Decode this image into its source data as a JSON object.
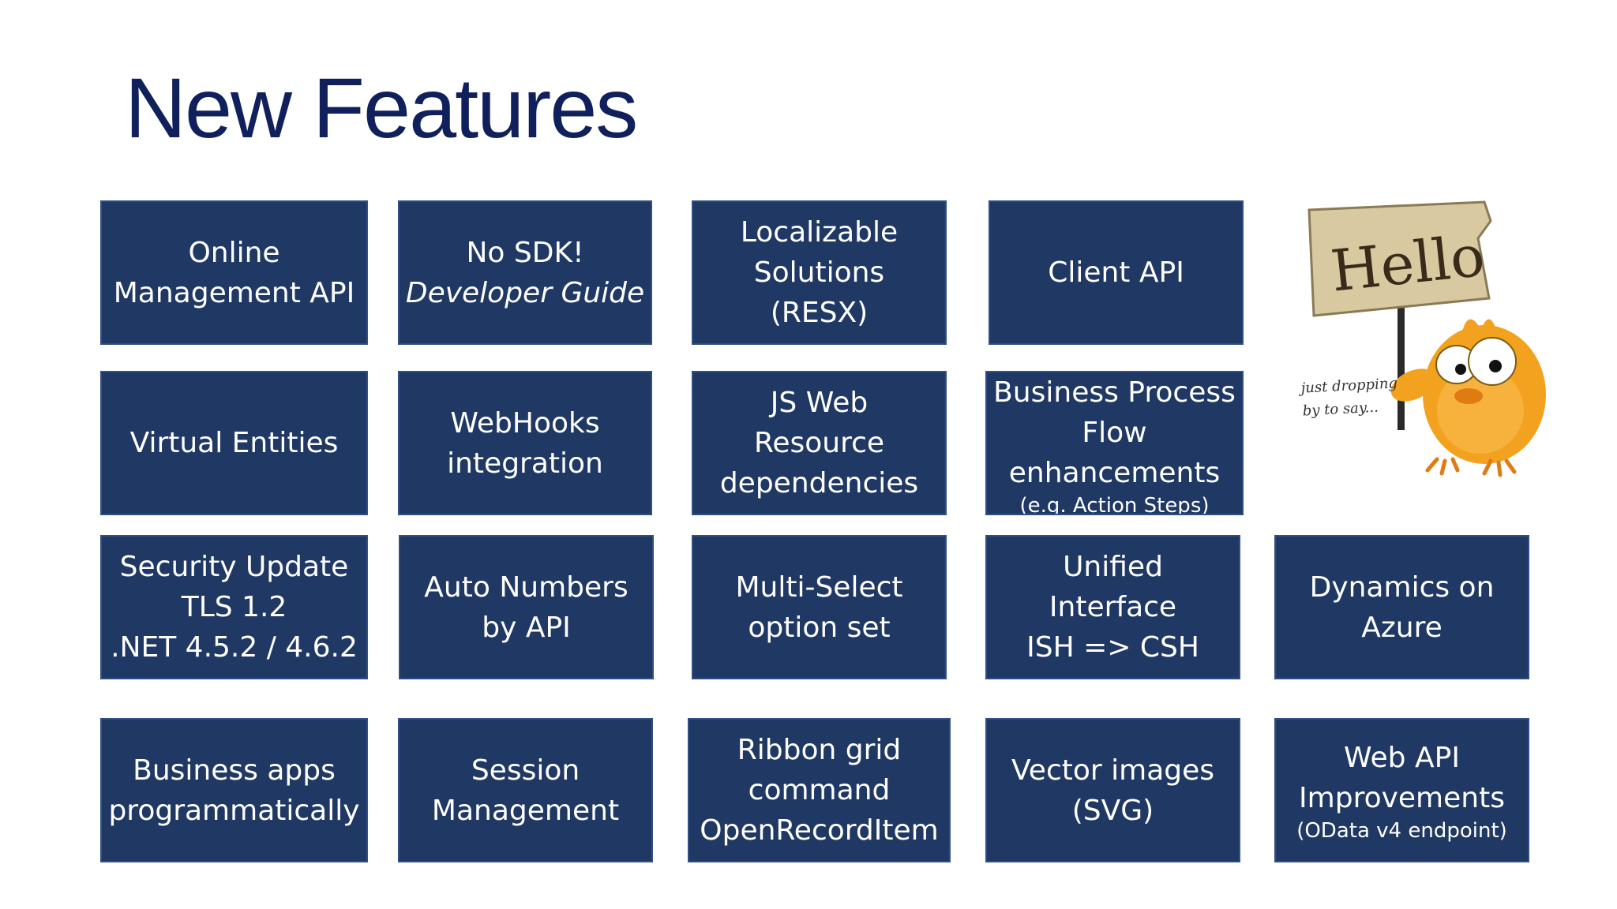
{
  "slide": {
    "title": "New Features"
  },
  "tiles": [
    {
      "lines": [
        {
          "text": "Online"
        },
        {
          "text": "Management API"
        }
      ]
    },
    {
      "lines": [
        {
          "text": "No SDK!"
        },
        {
          "text": "Developer Guide",
          "style": "italic"
        }
      ]
    },
    {
      "lines": [
        {
          "text": "Localizable"
        },
        {
          "text": "Solutions"
        },
        {
          "text": "(RESX)"
        }
      ]
    },
    {
      "lines": [
        {
          "text": "Client API"
        }
      ]
    },
    {
      "lines": [
        {
          "text": "Virtual Entities"
        }
      ]
    },
    {
      "lines": [
        {
          "text": "WebHooks"
        },
        {
          "text": "integration"
        }
      ]
    },
    {
      "lines": [
        {
          "text": "JS Web"
        },
        {
          "text": "Resource"
        },
        {
          "text": "dependencies"
        }
      ]
    },
    {
      "lines": [
        {
          "text": "Business Process"
        },
        {
          "text": "Flow"
        },
        {
          "text": "enhancements"
        },
        {
          "text": "(e.g. Action Steps)",
          "style": "small"
        }
      ]
    },
    {
      "lines": [
        {
          "text": "Security Update"
        },
        {
          "text": "TLS 1.2"
        },
        {
          "text": ".NET 4.5.2 / 4.6.2"
        }
      ]
    },
    {
      "lines": [
        {
          "text": "Auto Numbers"
        },
        {
          "text": "by API"
        }
      ]
    },
    {
      "lines": [
        {
          "text": "Multi-Select"
        },
        {
          "text": "option set"
        }
      ]
    },
    {
      "lines": [
        {
          "text": "Unified"
        },
        {
          "text": "Interface"
        },
        {
          "text": "ISH => CSH"
        }
      ]
    },
    {
      "lines": [
        {
          "text": "Dynamics on"
        },
        {
          "text": "Azure"
        }
      ]
    },
    {
      "lines": [
        {
          "text": "Business apps"
        },
        {
          "text": "programmatically"
        }
      ]
    },
    {
      "lines": [
        {
          "text": "Session"
        },
        {
          "text": "Management"
        }
      ]
    },
    {
      "lines": [
        {
          "text": "Ribbon grid"
        },
        {
          "text": "command"
        },
        {
          "text": "OpenRecordItem"
        }
      ]
    },
    {
      "lines": [
        {
          "text": "Vector images"
        },
        {
          "text": "(SVG)"
        }
      ]
    },
    {
      "lines": [
        {
          "text": "Web API"
        },
        {
          "text": "Improvements"
        },
        {
          "text": "(OData v4 endpoint)",
          "style": "small"
        }
      ]
    }
  ],
  "illustration": {
    "sign_text": "Hello",
    "caption_line1": "just dropping",
    "caption_line2": "by to say..."
  },
  "colors": {
    "title": "#10205c",
    "tile_fill": "#203864",
    "tile_border": "#2f4f86",
    "tile_text": "#ffffff"
  }
}
